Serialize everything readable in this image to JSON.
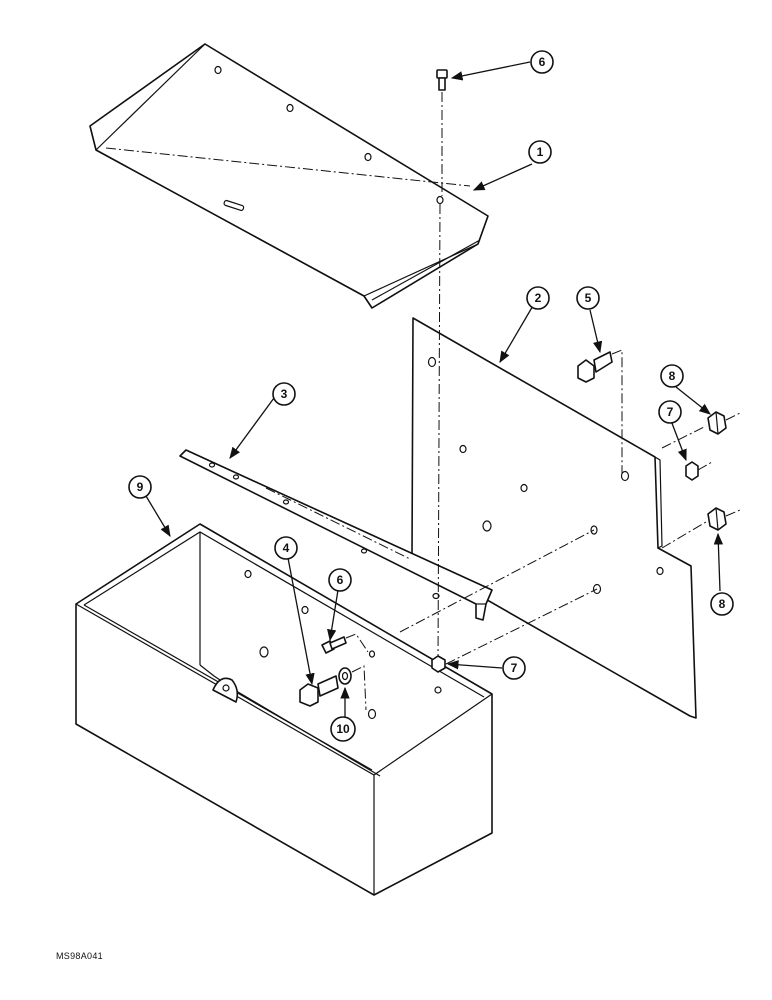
{
  "diagram": {
    "callouts": [
      {
        "id": "callout-1",
        "label": "1"
      },
      {
        "id": "callout-2",
        "label": "2"
      },
      {
        "id": "callout-3",
        "label": "3"
      },
      {
        "id": "callout-4",
        "label": "4"
      },
      {
        "id": "callout-5",
        "label": "5"
      },
      {
        "id": "callout-6-top",
        "label": "6"
      },
      {
        "id": "callout-6-mid",
        "label": "6"
      },
      {
        "id": "callout-7-right",
        "label": "7"
      },
      {
        "id": "callout-7-bottom",
        "label": "7"
      },
      {
        "id": "callout-8-top",
        "label": "8"
      },
      {
        "id": "callout-8-bottom",
        "label": "8"
      },
      {
        "id": "callout-9",
        "label": "9"
      },
      {
        "id": "callout-10",
        "label": "10"
      }
    ],
    "reference_code": "MS98A041"
  }
}
